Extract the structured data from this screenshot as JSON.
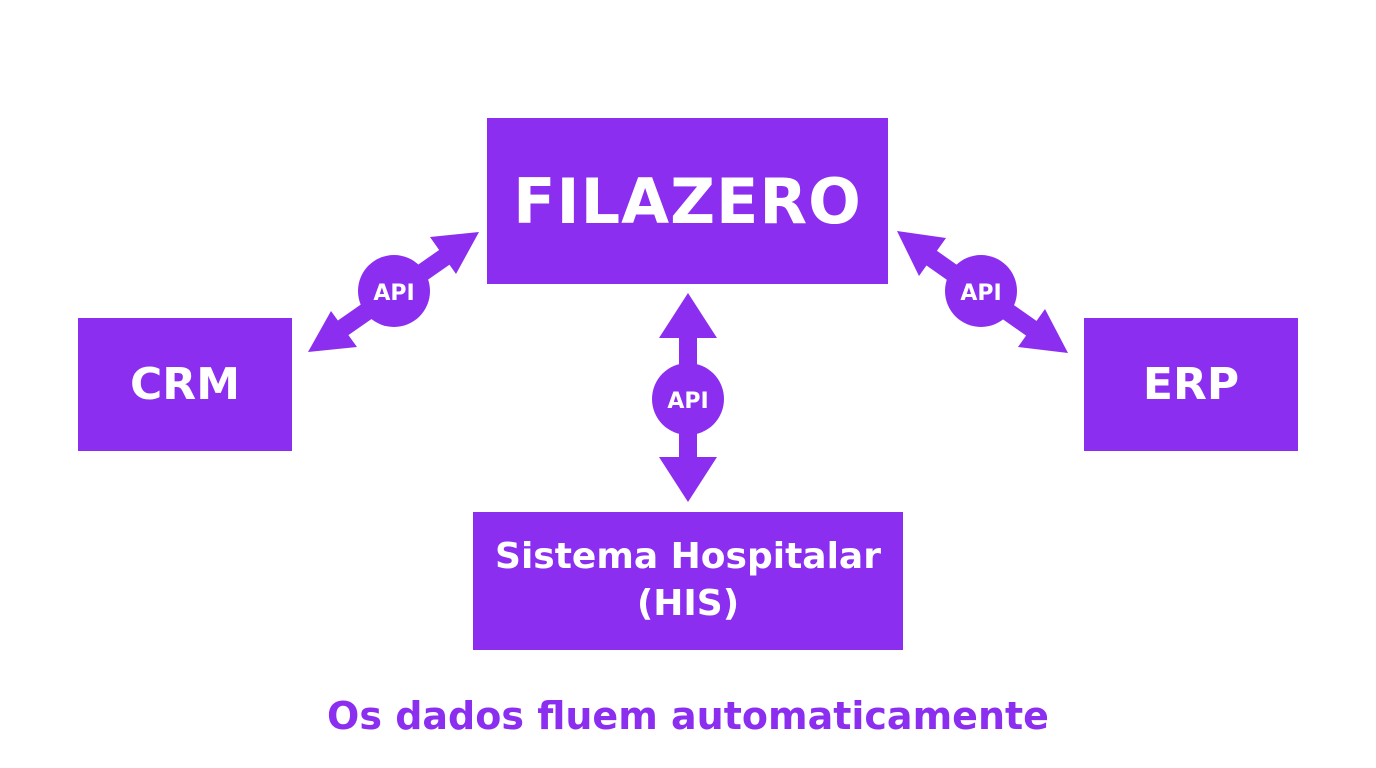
{
  "colors": {
    "box": "#8c2ef0",
    "connector": "#8c2ef0",
    "caption": "#8c2ef0",
    "text": "#ffffff"
  },
  "nodes": {
    "filazero": {
      "label": "FILAZERO"
    },
    "crm": {
      "label": "CRM"
    },
    "erp": {
      "label": "ERP"
    },
    "his": {
      "line1": "Sistema Hospitalar",
      "line2": "(HIS)"
    }
  },
  "connectors": [
    {
      "from": "filazero",
      "to": "crm",
      "label": "API",
      "bidirectional": true
    },
    {
      "from": "filazero",
      "to": "his",
      "label": "API",
      "bidirectional": true
    },
    {
      "from": "filazero",
      "to": "erp",
      "label": "API",
      "bidirectional": true
    }
  ],
  "caption": "Os dados fluem automaticamente"
}
